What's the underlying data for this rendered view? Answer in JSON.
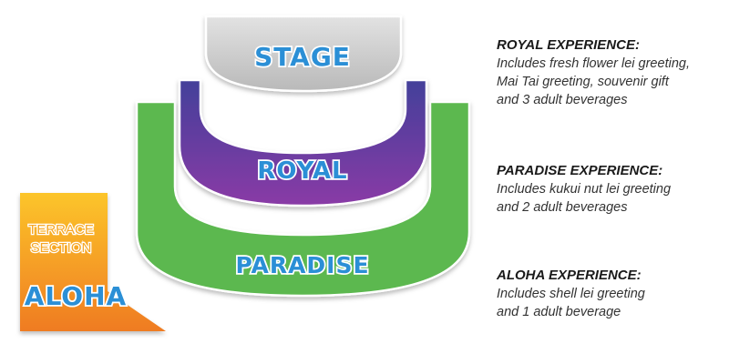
{
  "diagram": {
    "sections": {
      "stage": {
        "label": "STAGE",
        "color": "#c8c8c8"
      },
      "royal": {
        "label": "ROYAL",
        "color_top": "#43409a",
        "color_bottom": "#8a3aa6"
      },
      "paradise": {
        "label": "PARADISE",
        "color": "#5cb84f"
      },
      "aloha": {
        "label": "ALOHA",
        "sublabel_line1": "TERRACE",
        "sublabel_line2": "SECTION",
        "color_top": "#fcc52a",
        "color_bottom": "#ef7b22"
      }
    },
    "label_color": "#2b8fd6"
  },
  "legend": {
    "royal": {
      "title": "ROYAL EXPERIENCE:",
      "lines": [
        "Includes fresh flower lei greeting,",
        "Mai Tai greeting, souvenir gift",
        "and 3 adult beverages"
      ]
    },
    "paradise": {
      "title": "PARADISE EXPERIENCE:",
      "lines": [
        "Includes kukui nut lei greeting",
        "and 2 adult beverages"
      ]
    },
    "aloha": {
      "title": "ALOHA EXPERIENCE:",
      "lines": [
        "Includes shell lei greeting",
        "and 1 adult beverage"
      ]
    }
  }
}
